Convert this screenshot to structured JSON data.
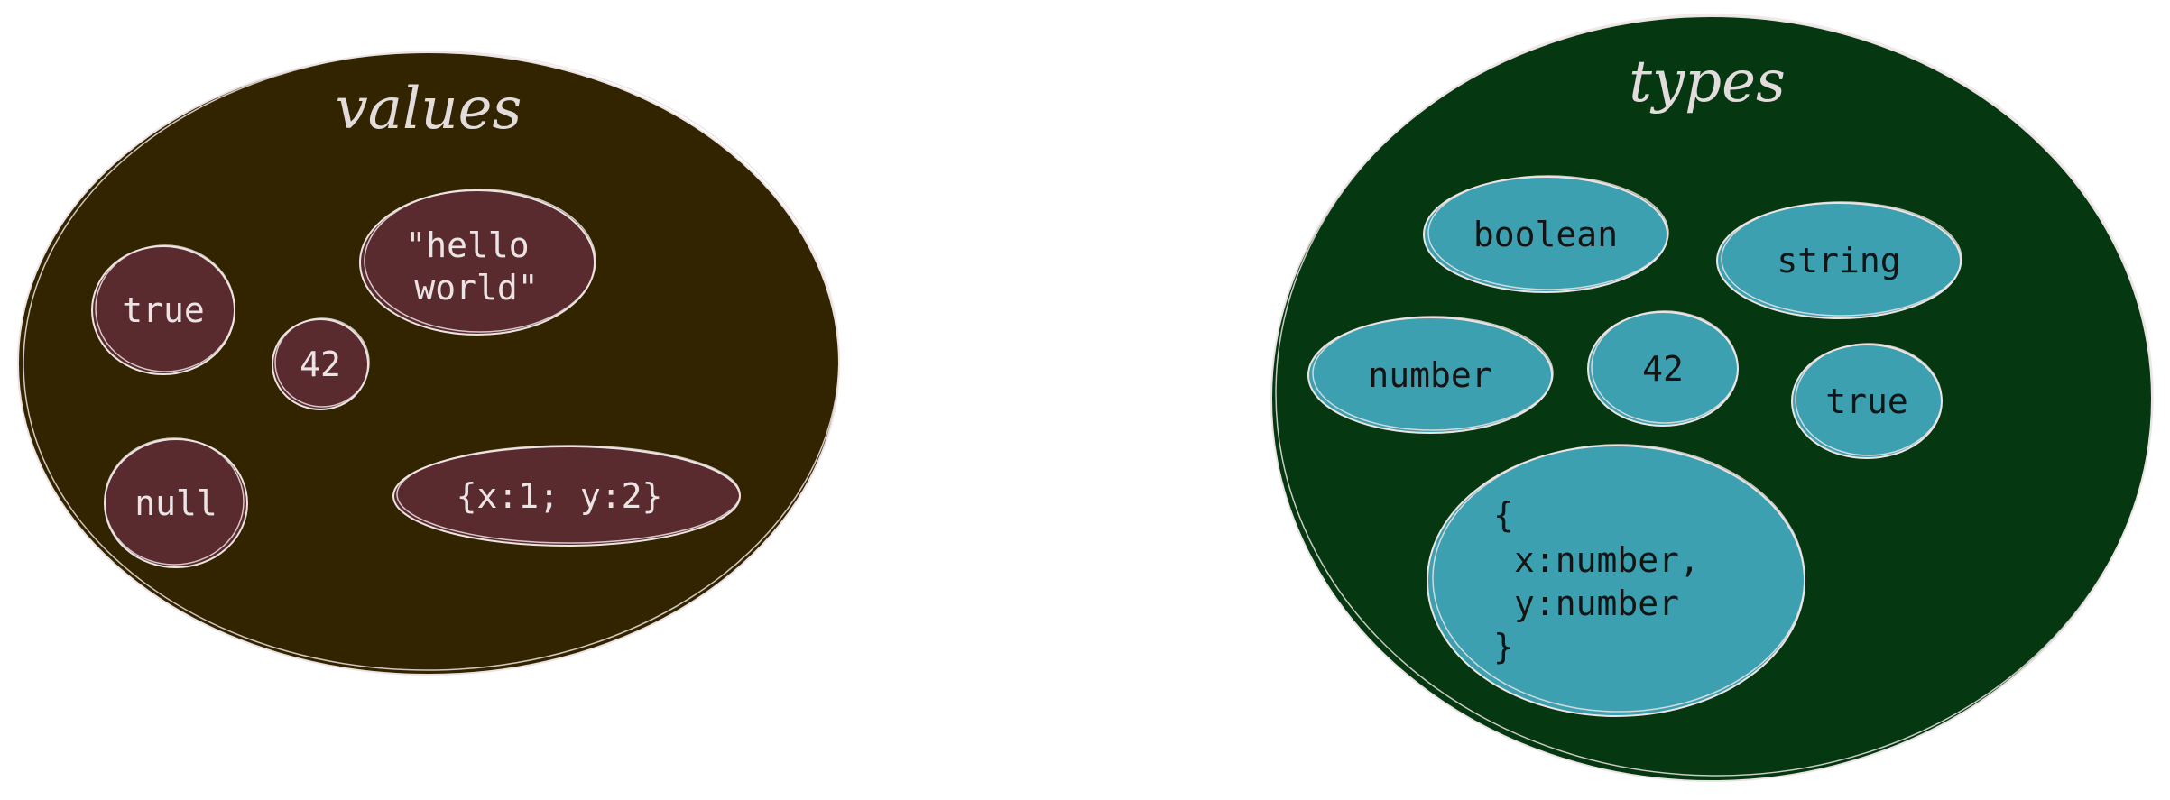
{
  "diagram": {
    "values": {
      "title": "values",
      "items": {
        "true": "true",
        "num42": "42",
        "hello_line1": "\"hello",
        "hello_line2": "world\"",
        "null": "null",
        "object": "{x:1; y:2}"
      }
    },
    "types": {
      "title": "types",
      "items": {
        "boolean": "boolean",
        "string": "string",
        "number": "number",
        "num42": "42",
        "true": "true",
        "object_line1": "{",
        "object_line2": "x:number,",
        "object_line3": "y:number",
        "object_line4": "}"
      }
    }
  },
  "colors": {
    "values_fill": "#332400",
    "values_bubble": "#5a2b2e",
    "types_fill": "#053710",
    "types_bubble": "#3ca0b0",
    "stroke": "#ece4e4"
  }
}
